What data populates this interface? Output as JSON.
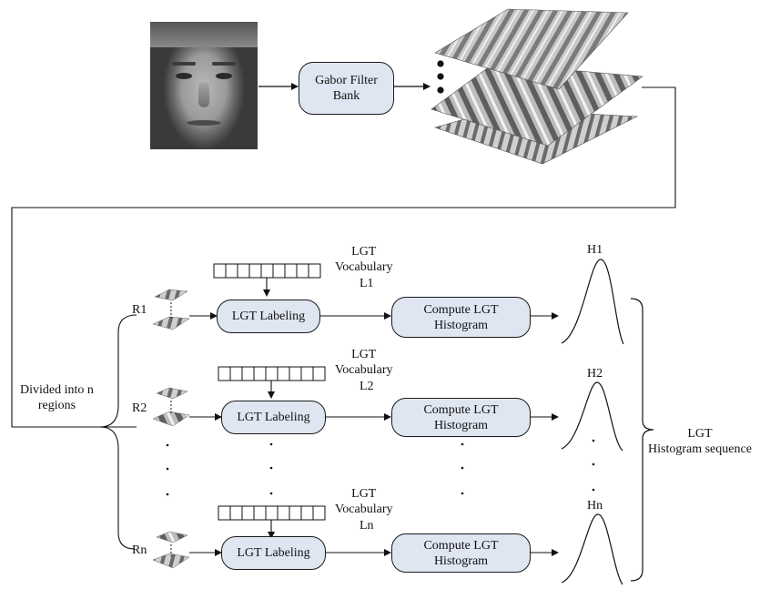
{
  "top": {
    "gabor_label": "Gabor Filter\nBank"
  },
  "divided_label": "Divided into n\nregions",
  "rows": [
    {
      "region": "R1",
      "vocab_title": "LGT\nVocabulary",
      "vocab_sub": "L1",
      "labeling": "LGT Labeling",
      "compute": "Compute LGT\nHistogram",
      "hist": "H1"
    },
    {
      "region": "R2",
      "vocab_title": "LGT\nVocabulary",
      "vocab_sub": "L2",
      "labeling": "LGT Labeling",
      "compute": "Compute LGT\nHistogram",
      "hist": "H2"
    },
    {
      "region": "Rn",
      "vocab_title": "LGT\nVocabulary",
      "vocab_sub": "Ln",
      "labeling": "LGT Labeling",
      "compute": "Compute LGT\nHistogram",
      "hist": "Hn"
    }
  ],
  "sequence_label": "LGT\nHistogram sequence",
  "colors": {
    "box_fill": "#dfe6f2",
    "stroke": "#1a1a1a"
  }
}
